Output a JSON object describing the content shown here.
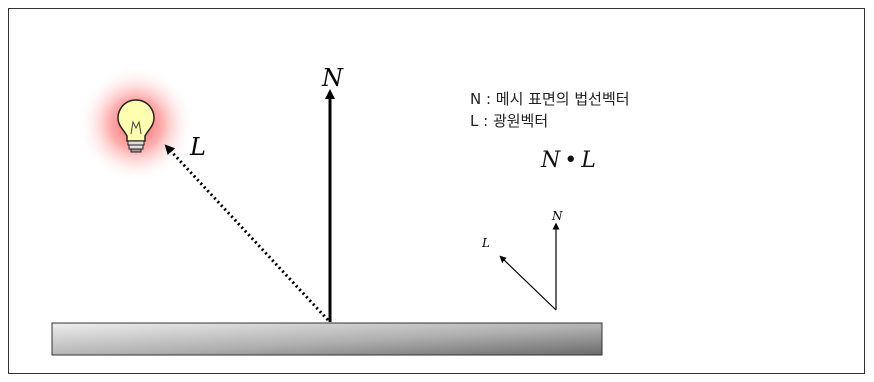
{
  "diagram": {
    "labels": {
      "normal": "N",
      "light": "L",
      "small_normal": "N",
      "small_light": "L"
    },
    "legend": {
      "normal_line": "N : 메시 표면의 법선벡터",
      "light_line": "L : 광원벡터"
    },
    "formula": {
      "left": "N",
      "operator": "•",
      "right": "L"
    },
    "colors": {
      "bulb_glow": "#ff3b3b",
      "bulb_fill": "#ffffb0",
      "surface_light": "#e6e6e6",
      "surface_dark": "#6e6e6e"
    },
    "icons": {
      "light_source": "light-bulb-icon"
    }
  }
}
